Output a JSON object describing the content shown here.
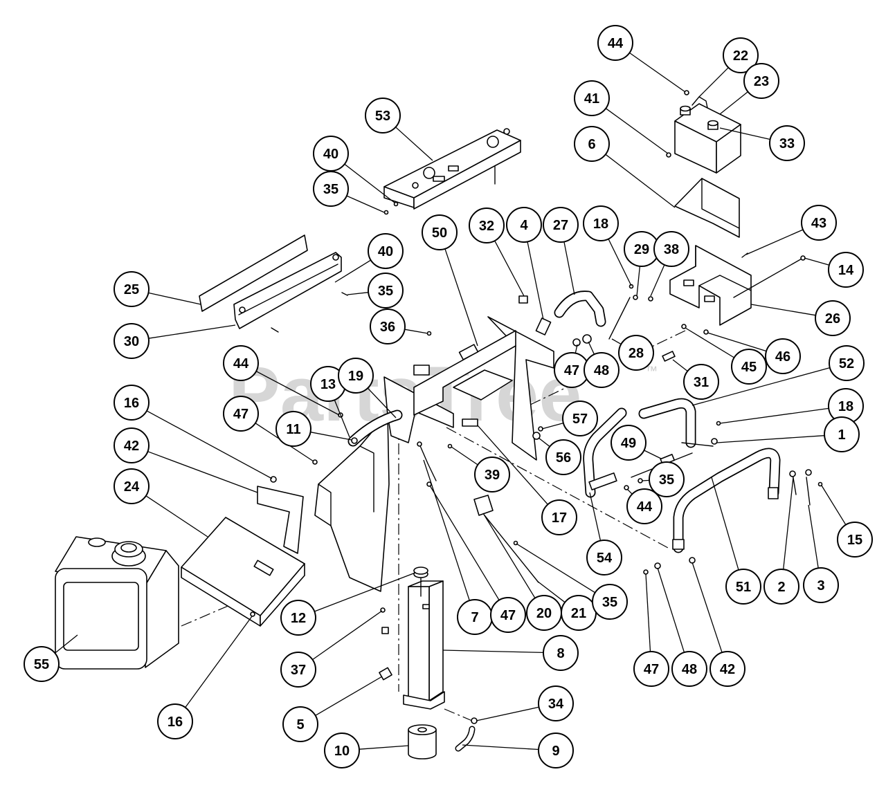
{
  "watermark": {
    "text": "PartsTree",
    "mark": "™"
  },
  "callouts": [
    "44",
    "22",
    "23",
    "41",
    "33",
    "6",
    "53",
    "40",
    "35",
    "50",
    "32",
    "4",
    "27",
    "18",
    "29",
    "38",
    "43",
    "14",
    "40",
    "25",
    "35",
    "26",
    "36",
    "30",
    "47",
    "48",
    "28",
    "45",
    "46",
    "31",
    "52",
    "44",
    "13",
    "19",
    "18",
    "16",
    "47",
    "11",
    "57",
    "1",
    "42",
    "56",
    "49",
    "39",
    "35",
    "24",
    "44",
    "17",
    "15",
    "54",
    "51",
    "2",
    "3",
    "12",
    "7",
    "47",
    "20",
    "21",
    "35",
    "8",
    "37",
    "47",
    "48",
    "42",
    "55",
    "34",
    "5",
    "16",
    "10",
    "9"
  ]
}
